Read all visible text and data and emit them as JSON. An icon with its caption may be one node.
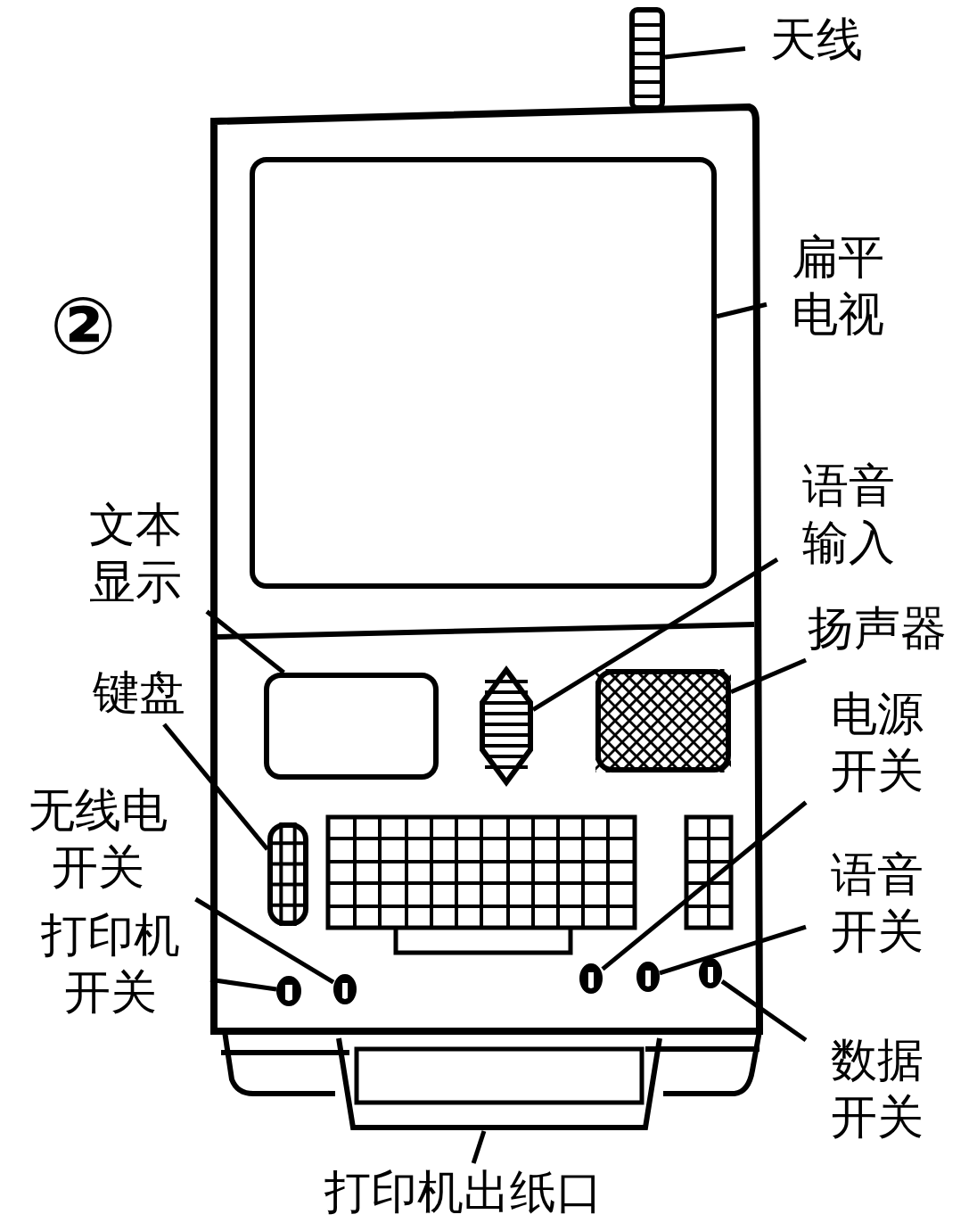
{
  "diagram": {
    "nodes": [
      {
        "text": [
          "天线"
        ]
      },
      {
        "text": [],
        "shape": "bar"
      },
      {
        "text": [
          "扁平电视"
        ]
      },
      {
        "text": [],
        "shape": "box"
      },
      {
        "text": [
          "语音输入"
        ]
      },
      {
        "text": [],
        "shape": "oval"
      },
      {
        "text": [
          "文本显示"
        ]
      },
      {
        "text": [],
        "shape": "box"
      },
      {
        "text": [
          "扬声器"
        ]
      },
      {
        "text": [],
        "shape": "box"
      },
      {
        "text": [
          "键盘"
        ]
      },
      {
        "text": [],
        "shape": "box"
      },
      {
        "text": [
          "电源开关"
        ]
      },
      {
        "text": [],
        "shape": "box"
      },
      {
        "text": [
          "无线电开关"
        ]
      },
      {
        "text": [],
        "shape": "box"
      },
      {
        "text": [
          "语音开关"
        ]
      },
      {
        "text": [],
        "shape": "box"
      },
      {
        "text": [
          "打印机开关"
        ]
      },
      {
        "text": [],
        "shape": "box"
      },
      {
        "text": [
          "数据开关"
        ]
      },
      {
        "text": [],
        "shape": "box"
      },
      {
        "text": [
          "打印机出纸口"
        ]
      },
      {
        "text": [],
        "shape": "box"
      }
    ],
    "edges": [
      {
        "from": 0,
        "to": 1,
        "arrow": "none"
      },
      {
        "from": 2,
        "to": 3,
        "arrow": "none"
      },
      {
        "from": 4,
        "to": 5,
        "arrow": "none"
      },
      {
        "from": 6,
        "to": 7,
        "arrow": "none"
      },
      {
        "from": 8,
        "to": 9,
        "arrow": "none"
      },
      {
        "from": 10,
        "to": 11,
        "arrow": "none"
      },
      {
        "from": 12,
        "to": 13,
        "arrow": "none"
      },
      {
        "from": 14,
        "to": 15,
        "arrow": "none"
      },
      {
        "from": 16,
        "to": 17,
        "arrow": "none"
      },
      {
        "from": 18,
        "to": 19,
        "arrow": "none"
      },
      {
        "from": 20,
        "to": 21,
        "arrow": "none"
      },
      {
        "from": 22,
        "to": 23,
        "arrow": "none"
      }
    ],
    "labels": [
      "②"
    ]
  }
}
